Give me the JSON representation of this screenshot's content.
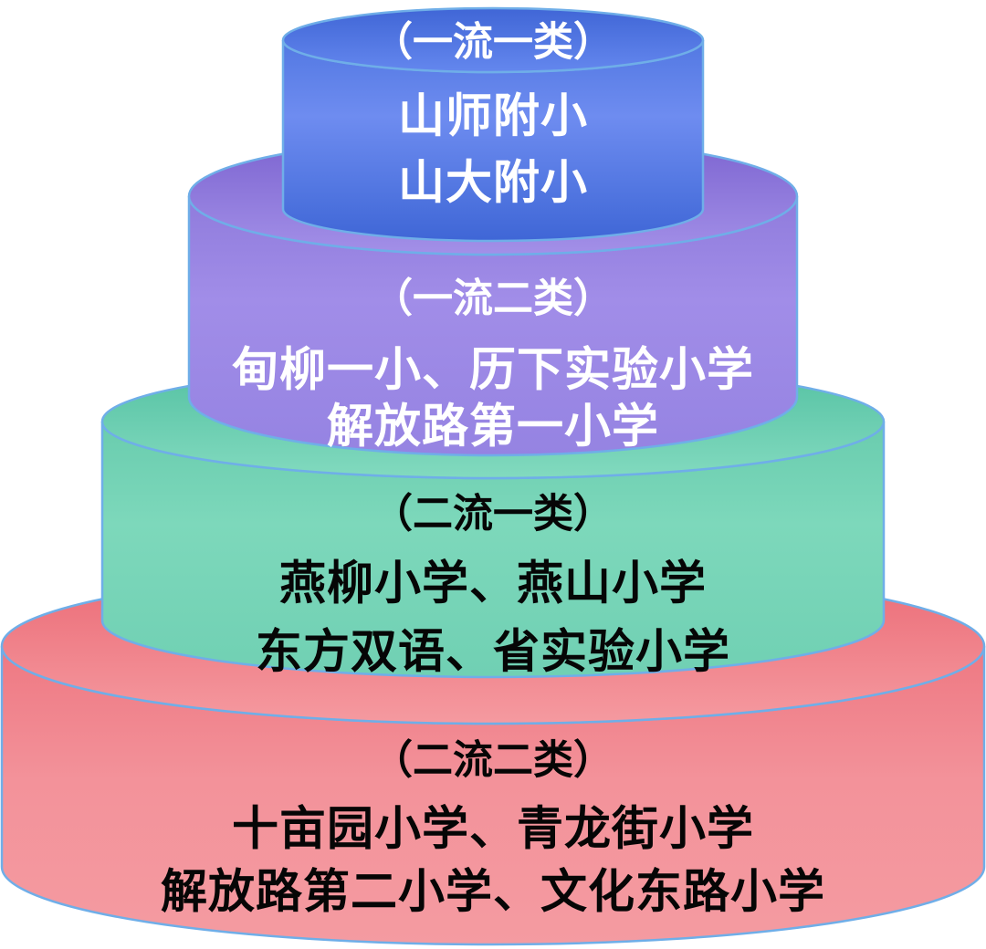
{
  "diagram": {
    "type": "stacked-cylinder-tier-diagram",
    "background_color": "#ffffff",
    "edge_stroke_color": "#6faee8",
    "tiers": [
      {
        "rank": 1,
        "label": "（一流一类）",
        "schools": [
          "山师附小",
          "山大附小"
        ],
        "body_color": "#5b80e6",
        "top_color": "#4a70dc",
        "text_color": "#ffffff"
      },
      {
        "rank": 2,
        "label": "（一流二类）",
        "schools": [
          "甸柳一小、历下实验小学",
          "解放路第一小学"
        ],
        "body_color": "#9c88e5",
        "top_color": "#8268d3",
        "text_color": "#ffffff"
      },
      {
        "rank": 3,
        "label": "（二流一类）",
        "schools": [
          "燕柳小学、燕山小学",
          "东方双语、省实验小学"
        ],
        "body_color": "#76d4b7",
        "top_color": "#58c3a4",
        "text_color": "#000000"
      },
      {
        "rank": 4,
        "label": "（二流二类）",
        "schools": [
          "十亩园小学、青龙街小学",
          "解放路第二小学、文化东路小学"
        ],
        "body_color": "#f28d95",
        "top_color": "#ed6e78",
        "text_color": "#000000"
      }
    ]
  }
}
